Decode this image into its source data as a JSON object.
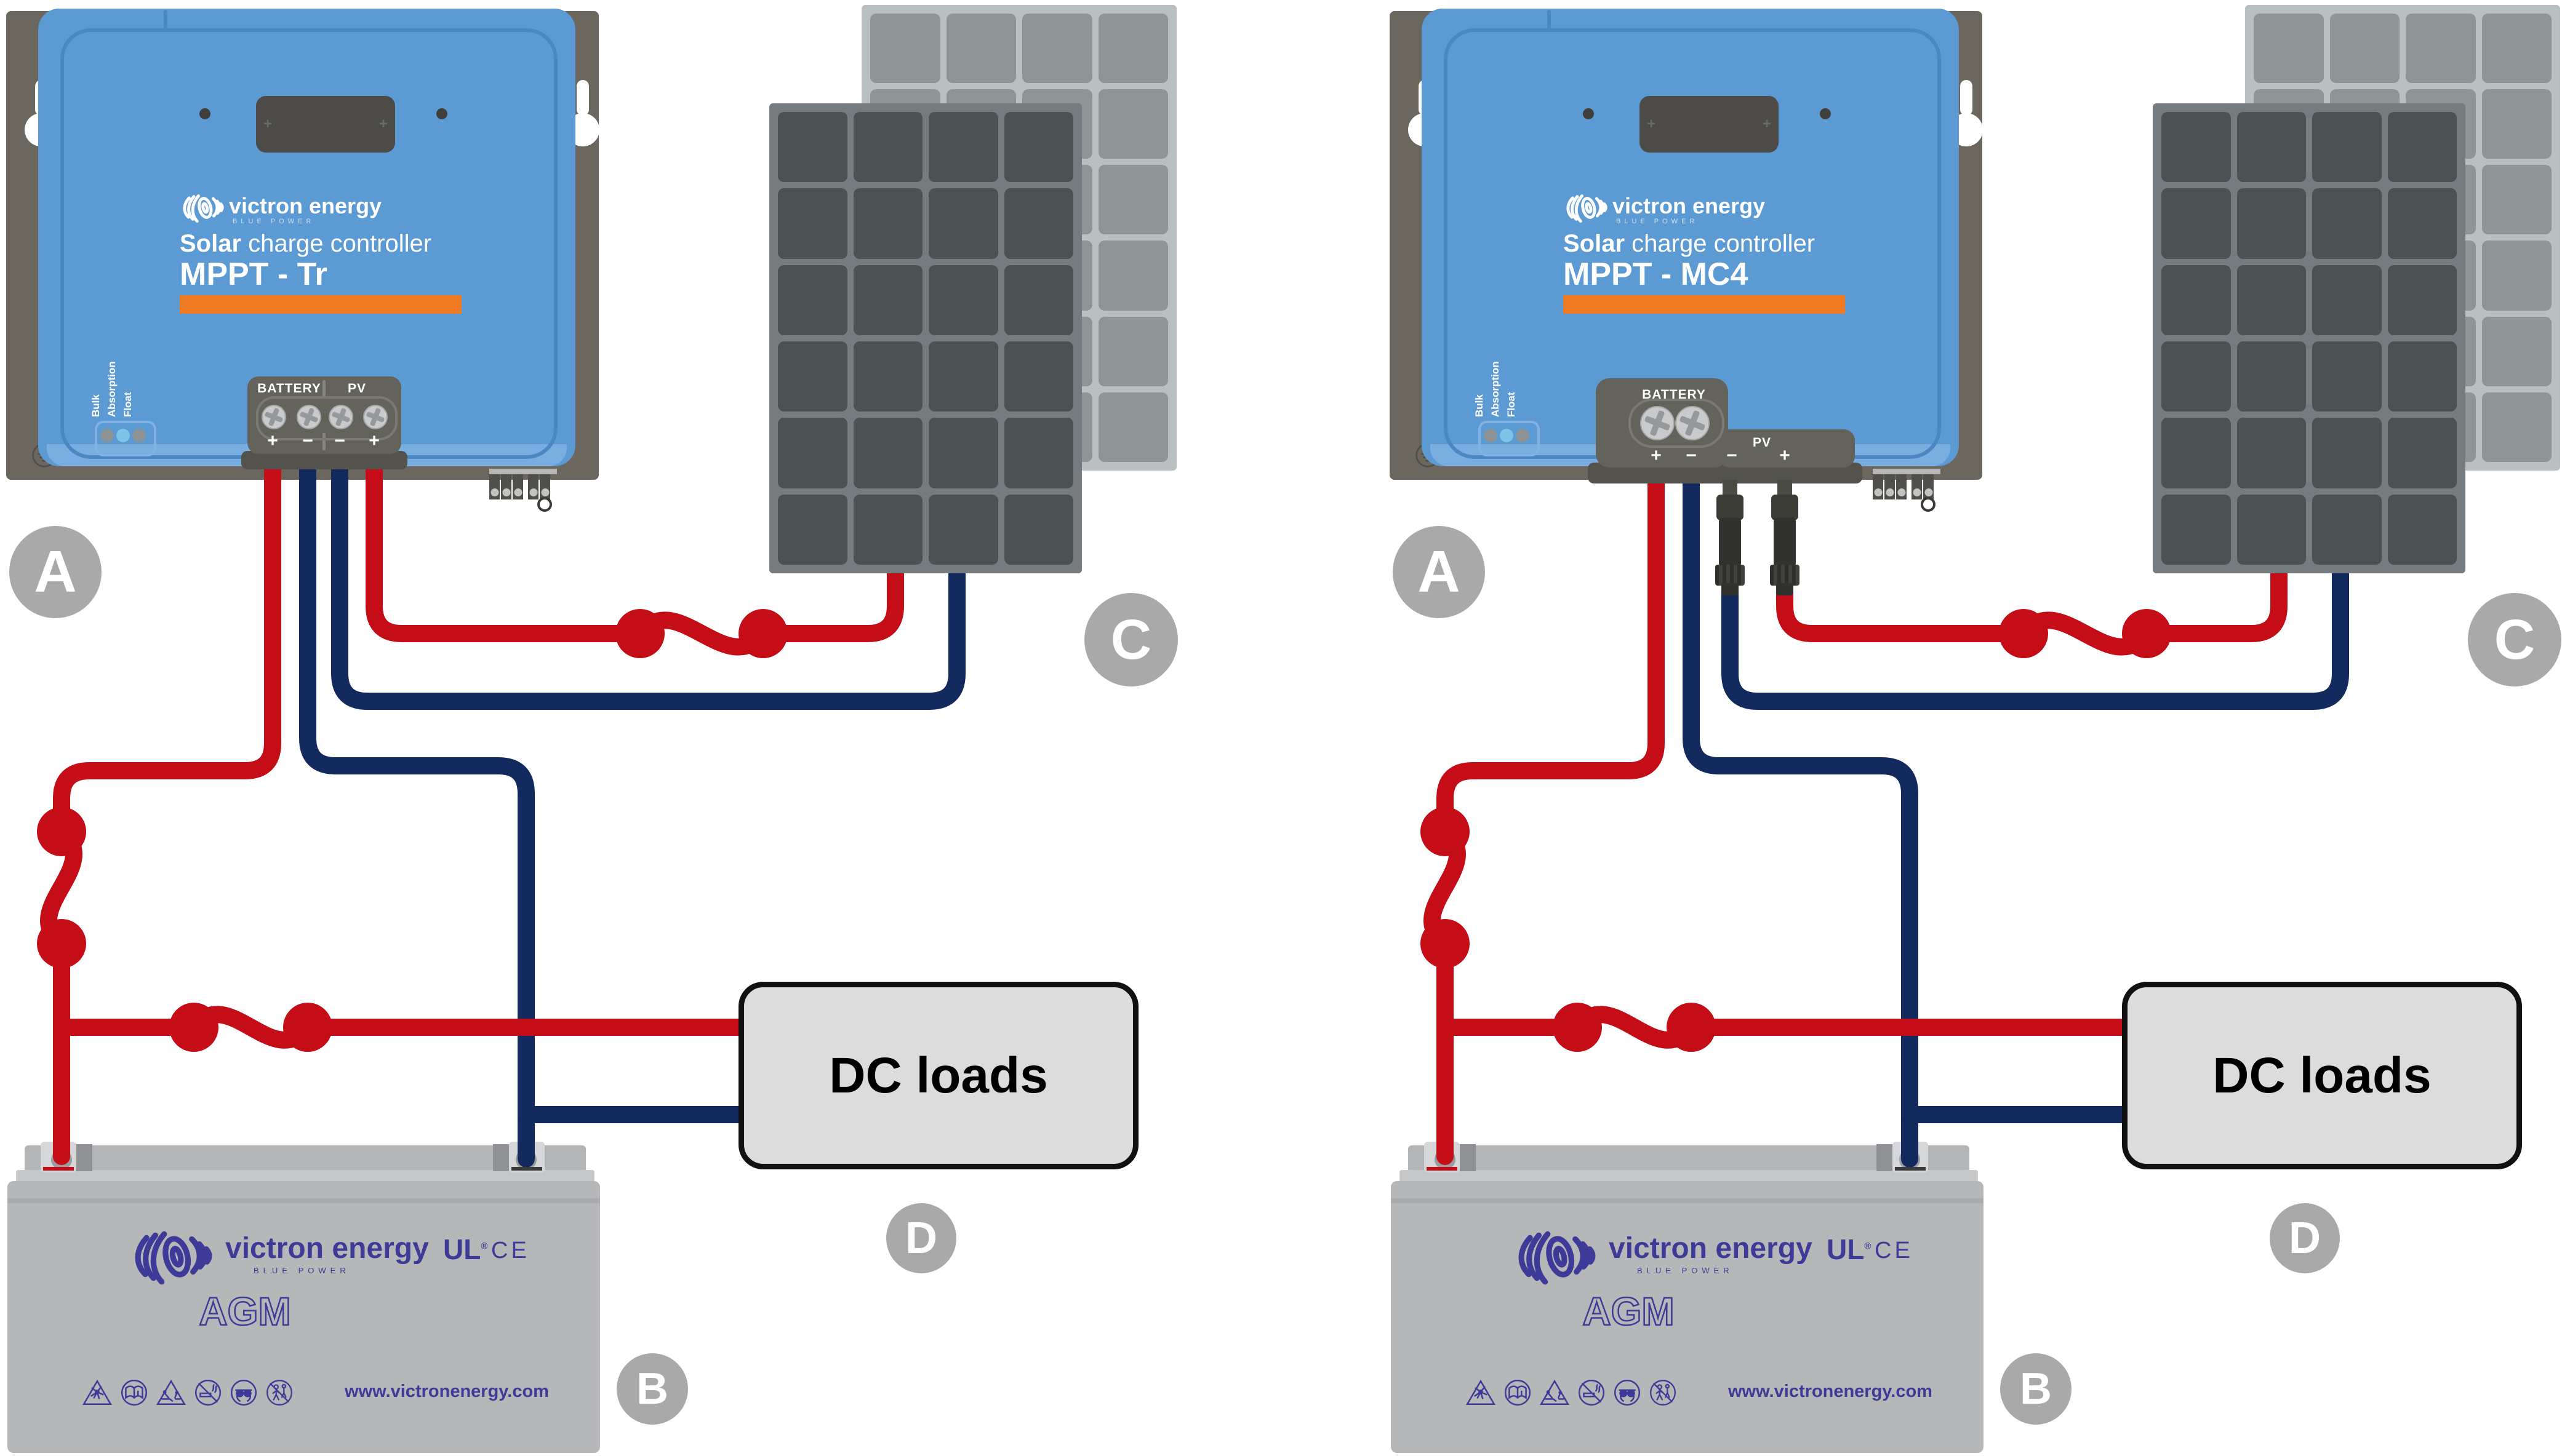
{
  "title": "Victron Energy MPPT solar charge controller wiring diagrams",
  "colors": {
    "wire_positive_red": "#c50d17",
    "wire_negative_navy": "#132a5e",
    "controller_blue": "#5b9ad3",
    "accent_orange": "#ee7a23",
    "bracket_gray": "#6b675f",
    "terminal_gray": "#63625b",
    "panel_front_cell": "#4c5154",
    "panel_back_cell": "#8f9496",
    "battery_gray": "#b5b7b8",
    "victron_purple": "#3e3b98",
    "callout_gray": "#a9a9a9"
  },
  "controller": {
    "brand": "victron energy",
    "brand_tagline": "BLUE POWER",
    "product_bold": "Solar",
    "product_rest": " charge controller",
    "led_labels": [
      "Bulk",
      "Absorption",
      "Float"
    ],
    "battery_terminal_label": "BATTERY",
    "pv_terminal_label": "PV",
    "plus": "+",
    "minus": "−",
    "display_screw": "+"
  },
  "battery": {
    "brand": "victron energy",
    "brand_tagline": "BLUE POWER",
    "type": "AGM",
    "cert_ul": "UL",
    "cert_ul_reg": "®",
    "cert_ce": "CE",
    "website": "www.victronenergy.com"
  },
  "dc_loads": {
    "label": "DC loads"
  },
  "callouts": {
    "controller": "A",
    "battery": "B",
    "pv_array": "C",
    "dc_loads": "D"
  },
  "diagrams": [
    {
      "variant": "tr",
      "model": "MPPT - Tr"
    },
    {
      "variant": "mc4",
      "model": "MPPT - MC4"
    }
  ]
}
